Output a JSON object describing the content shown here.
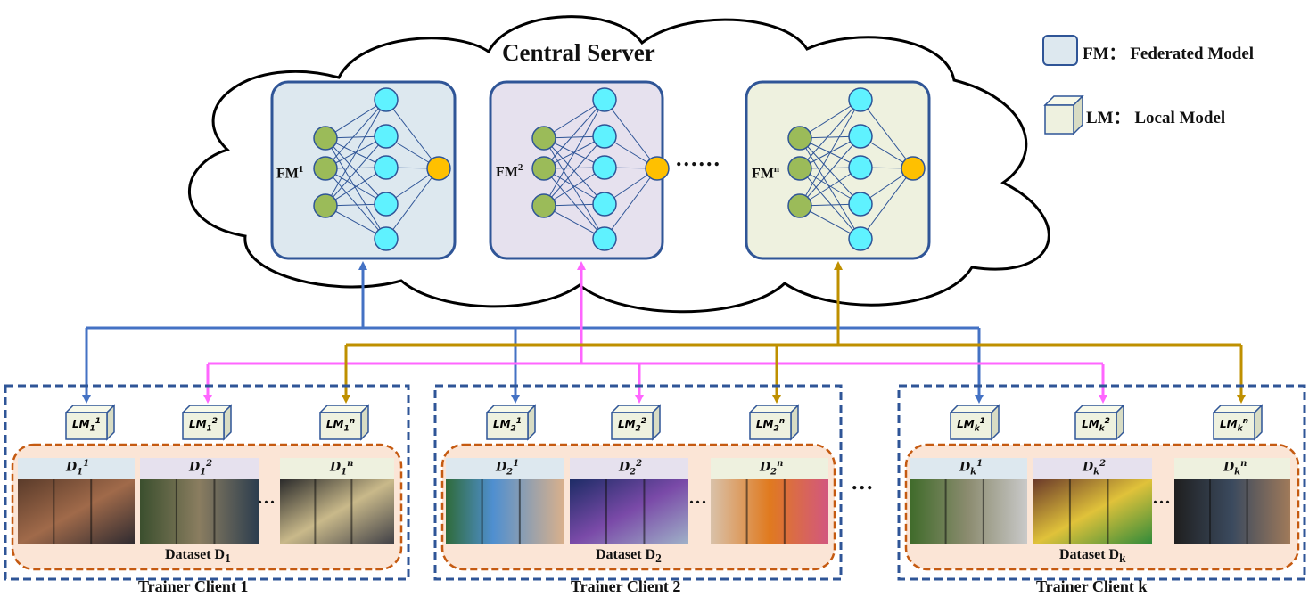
{
  "title": "Central Server",
  "legend": {
    "fm": "FM： Federated Model",
    "lm": "LM： Local Model"
  },
  "federated_models": [
    {
      "label": "FM",
      "sup": "1",
      "bg": "#dde8ef"
    },
    {
      "label": "FM",
      "sup": "2",
      "bg": "#e6e1ee"
    },
    {
      "label": "FM",
      "sup": "n",
      "bg": "#eef1df"
    }
  ],
  "fm_ellipsis": "......",
  "colors": {
    "model1": "#4472c4",
    "model2": "#ff66ff",
    "model3": "#bf9000",
    "client_border": "#2f5597",
    "dataset_border": "#c55a11",
    "dataset_bg": "#fbe5d6",
    "input_node": "#9bbb59",
    "hidden_node": "#5ff2ff",
    "output_node": "#ffc000"
  },
  "clients": [
    {
      "name": "Trainer Client 1",
      "local_models": [
        {
          "base": "LM",
          "sup": "1",
          "sub": "1"
        },
        {
          "base": "LM",
          "sup": "2",
          "sub": "1"
        },
        {
          "base": "LM",
          "sup": "n",
          "sub": "1"
        }
      ],
      "subsets": [
        {
          "base": "D",
          "sup": "1",
          "sub": "1"
        },
        {
          "base": "D",
          "sup": "2",
          "sub": "1"
        },
        {
          "base": "D",
          "sup": "n",
          "sub": "1"
        }
      ],
      "dataset": {
        "base": "Dataset D",
        "sub": "1"
      },
      "dots": "..."
    },
    {
      "name": "Trainer Client 2",
      "local_models": [
        {
          "base": "LM",
          "sup": "1",
          "sub": "2"
        },
        {
          "base": "LM",
          "sup": "2",
          "sub": "2"
        },
        {
          "base": "LM",
          "sup": "n",
          "sub": "2"
        }
      ],
      "subsets": [
        {
          "base": "D",
          "sup": "1",
          "sub": "2"
        },
        {
          "base": "D",
          "sup": "2",
          "sub": "2"
        },
        {
          "base": "D",
          "sup": "n",
          "sub": "2"
        }
      ],
      "dataset": {
        "base": "Dataset D",
        "sub": "2"
      },
      "dots": "..."
    },
    {
      "name": "Trainer Client k",
      "local_models": [
        {
          "base": "LM",
          "sup": "1",
          "sub": "k"
        },
        {
          "base": "LM",
          "sup": "2",
          "sub": "k"
        },
        {
          "base": "LM",
          "sup": "n",
          "sub": "k"
        }
      ],
      "subsets": [
        {
          "base": "D",
          "sup": "1",
          "sub": "k"
        },
        {
          "base": "D",
          "sup": "2",
          "sub": "k"
        },
        {
          "base": "D",
          "sup": "n",
          "sub": "k"
        }
      ],
      "dataset": {
        "base": "Dataset D",
        "sub": "k"
      },
      "dots": "..."
    }
  ],
  "clients_ellipsis": "..."
}
